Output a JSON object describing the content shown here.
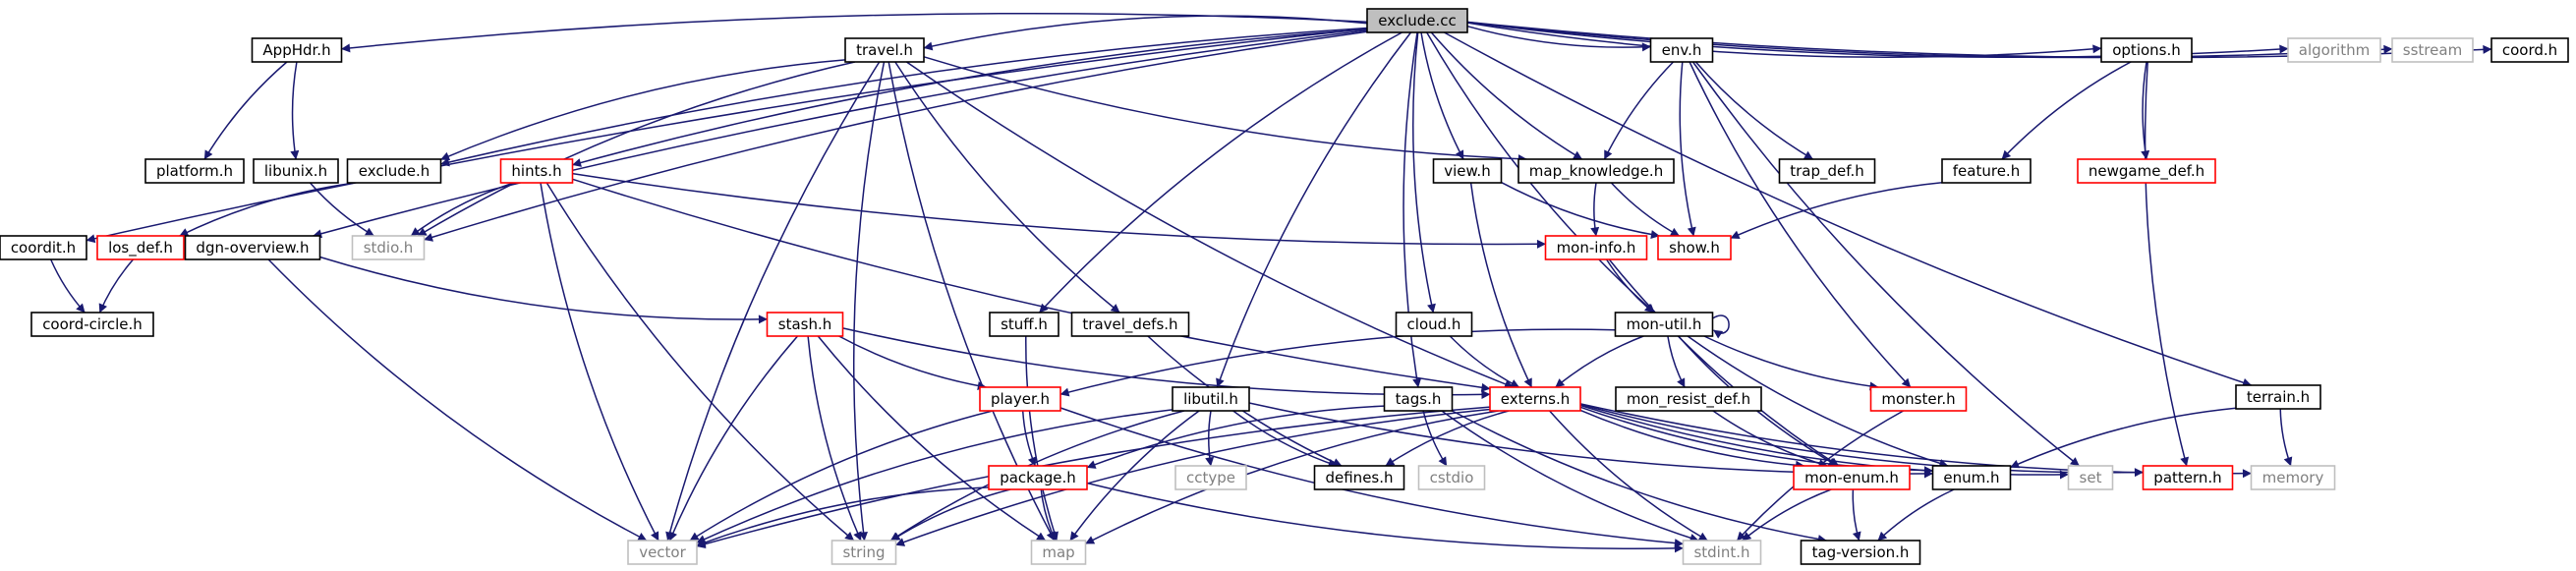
{
  "diagram": {
    "colors": {
      "edge": "#191970",
      "normal_border": "#000000",
      "incomplete_border": "#ff0000",
      "system_border": "#bfbfbf",
      "root_fill": "#bfbfbf",
      "text": "#000000",
      "system_text": "#808080"
    },
    "nodes": [
      {
        "id": "exclude_cc",
        "label": "exclude.cc",
        "style": "root"
      },
      {
        "id": "apphdr_h",
        "label": "AppHdr.h",
        "style": "normal"
      },
      {
        "id": "travel_h",
        "label": "travel.h",
        "style": "normal"
      },
      {
        "id": "env_h",
        "label": "env.h",
        "style": "normal"
      },
      {
        "id": "options_h",
        "label": "options.h",
        "style": "normal"
      },
      {
        "id": "algorithm",
        "label": "algorithm",
        "style": "system"
      },
      {
        "id": "sstream",
        "label": "sstream",
        "style": "system"
      },
      {
        "id": "coord_h",
        "label": "coord.h",
        "style": "normal"
      },
      {
        "id": "platform_h",
        "label": "platform.h",
        "style": "normal"
      },
      {
        "id": "libunix_h",
        "label": "libunix.h",
        "style": "normal"
      },
      {
        "id": "exclude_h",
        "label": "exclude.h",
        "style": "normal"
      },
      {
        "id": "hints_h",
        "label": "hints.h",
        "style": "incomplete"
      },
      {
        "id": "view_h",
        "label": "view.h",
        "style": "normal"
      },
      {
        "id": "map_knowledge_h",
        "label": "map_knowledge.h",
        "style": "normal"
      },
      {
        "id": "trap_def_h",
        "label": "trap_def.h",
        "style": "normal"
      },
      {
        "id": "feature_h",
        "label": "feature.h",
        "style": "normal"
      },
      {
        "id": "newgame_def_h",
        "label": "newgame_def.h",
        "style": "incomplete"
      },
      {
        "id": "coordit_h",
        "label": "coordit.h",
        "style": "normal"
      },
      {
        "id": "los_def_h",
        "label": "los_def.h",
        "style": "incomplete"
      },
      {
        "id": "stdio_h",
        "label": "stdio.h",
        "style": "system"
      },
      {
        "id": "dgn_overview_h",
        "label": "dgn-overview.h",
        "style": "normal"
      },
      {
        "id": "mon_info_h",
        "label": "mon-info.h",
        "style": "incomplete"
      },
      {
        "id": "show_h",
        "label": "show.h",
        "style": "incomplete"
      },
      {
        "id": "coord_circle_h",
        "label": "coord-circle.h",
        "style": "normal"
      },
      {
        "id": "stuff_h",
        "label": "stuff.h",
        "style": "normal"
      },
      {
        "id": "travel_defs_h",
        "label": "travel_defs.h",
        "style": "normal"
      },
      {
        "id": "cloud_h",
        "label": "cloud.h",
        "style": "normal"
      },
      {
        "id": "mon_util_h",
        "label": "mon-util.h",
        "style": "normal"
      },
      {
        "id": "stash_h",
        "label": "stash.h",
        "style": "incomplete"
      },
      {
        "id": "terrain_h",
        "label": "terrain.h",
        "style": "normal"
      },
      {
        "id": "player_h",
        "label": "player.h",
        "style": "incomplete"
      },
      {
        "id": "libutil_h",
        "label": "libutil.h",
        "style": "normal"
      },
      {
        "id": "tags_h",
        "label": "tags.h",
        "style": "normal"
      },
      {
        "id": "externs_h",
        "label": "externs.h",
        "style": "incomplete"
      },
      {
        "id": "mon_resist_def_h",
        "label": "mon_resist_def.h",
        "style": "normal"
      },
      {
        "id": "monster_h",
        "label": "monster.h",
        "style": "incomplete"
      },
      {
        "id": "package_h",
        "label": "package.h",
        "style": "incomplete"
      },
      {
        "id": "cctype",
        "label": "cctype",
        "style": "system"
      },
      {
        "id": "defines_h",
        "label": "defines.h",
        "style": "normal"
      },
      {
        "id": "cstdio",
        "label": "cstdio",
        "style": "system"
      },
      {
        "id": "mon_enum_h",
        "label": "mon-enum.h",
        "style": "incomplete"
      },
      {
        "id": "enum_h",
        "label": "enum.h",
        "style": "normal"
      },
      {
        "id": "set",
        "label": "set",
        "style": "system"
      },
      {
        "id": "pattern_h",
        "label": "pattern.h",
        "style": "incomplete"
      },
      {
        "id": "memory",
        "label": "memory",
        "style": "system"
      },
      {
        "id": "vector",
        "label": "vector",
        "style": "system"
      },
      {
        "id": "string",
        "label": "string",
        "style": "system"
      },
      {
        "id": "map",
        "label": "map",
        "style": "system"
      },
      {
        "id": "stdint_h",
        "label": "stdint.h",
        "style": "system"
      },
      {
        "id": "tag_version_h",
        "label": "tag-version.h",
        "style": "normal"
      }
    ],
    "edges": [
      [
        "exclude_cc",
        "apphdr_h"
      ],
      [
        "exclude_cc",
        "travel_h"
      ],
      [
        "exclude_cc",
        "env_h"
      ],
      [
        "exclude_cc",
        "options_h"
      ],
      [
        "exclude_cc",
        "algorithm"
      ],
      [
        "exclude_cc",
        "sstream"
      ],
      [
        "exclude_cc",
        "coord_h"
      ],
      [
        "exclude_cc",
        "exclude_h"
      ],
      [
        "exclude_cc",
        "hints_h"
      ],
      [
        "exclude_cc",
        "view_h"
      ],
      [
        "exclude_cc",
        "map_knowledge_h"
      ],
      [
        "exclude_cc",
        "coordit_h"
      ],
      [
        "exclude_cc",
        "dgn_overview_h"
      ],
      [
        "exclude_cc",
        "stuff_h"
      ],
      [
        "exclude_cc",
        "cloud_h"
      ],
      [
        "exclude_cc",
        "mon_util_h"
      ],
      [
        "exclude_cc",
        "terrain_h"
      ],
      [
        "exclude_cc",
        "libutil_h"
      ],
      [
        "exclude_cc",
        "tags_h"
      ],
      [
        "exclude_cc",
        "stdio_h"
      ],
      [
        "apphdr_h",
        "platform_h"
      ],
      [
        "apphdr_h",
        "libunix_h"
      ],
      [
        "libunix_h",
        "stdio_h"
      ],
      [
        "travel_h",
        "exclude_h"
      ],
      [
        "travel_h",
        "map_knowledge_h"
      ],
      [
        "travel_h",
        "travel_defs_h"
      ],
      [
        "travel_h",
        "externs_h"
      ],
      [
        "travel_h",
        "vector"
      ],
      [
        "travel_h",
        "string"
      ],
      [
        "travel_h",
        "map"
      ],
      [
        "travel_h",
        "stdio_h"
      ],
      [
        "env_h",
        "map_knowledge_h"
      ],
      [
        "env_h",
        "trap_def_h"
      ],
      [
        "env_h",
        "show_h"
      ],
      [
        "env_h",
        "monster_h"
      ],
      [
        "env_h",
        "set"
      ],
      [
        "options_h",
        "feature_h"
      ],
      [
        "options_h",
        "newgame_def_h"
      ],
      [
        "options_h",
        "pattern_h"
      ],
      [
        "feature_h",
        "show_h"
      ],
      [
        "exclude_h",
        "los_def_h"
      ],
      [
        "los_def_h",
        "coord_circle_h"
      ],
      [
        "coordit_h",
        "coord_circle_h"
      ],
      [
        "hints_h",
        "stdio_h"
      ],
      [
        "hints_h",
        "mon_info_h"
      ],
      [
        "hints_h",
        "externs_h"
      ],
      [
        "hints_h",
        "vector"
      ],
      [
        "hints_h",
        "string"
      ],
      [
        "view_h",
        "show_h"
      ],
      [
        "view_h",
        "externs_h"
      ],
      [
        "map_knowledge_h",
        "show_h"
      ],
      [
        "map_knowledge_h",
        "mon_info_h"
      ],
      [
        "mon_info_h",
        "mon_util_h"
      ],
      [
        "mon_info_h",
        "mon_enum_h"
      ],
      [
        "dgn_overview_h",
        "stash_h"
      ],
      [
        "dgn_overview_h",
        "vector"
      ],
      [
        "stuff_h",
        "map"
      ],
      [
        "travel_defs_h",
        "defines_h"
      ],
      [
        "cloud_h",
        "externs_h"
      ],
      [
        "mon_util_h",
        "mon_util_h"
      ],
      [
        "mon_util_h",
        "externs_h"
      ],
      [
        "mon_util_h",
        "mon_resist_def_h"
      ],
      [
        "mon_util_h",
        "monster_h"
      ],
      [
        "mon_util_h",
        "enum_h"
      ],
      [
        "mon_util_h",
        "mon_enum_h"
      ],
      [
        "mon_util_h",
        "player_h"
      ],
      [
        "stash_h",
        "player_h"
      ],
      [
        "stash_h",
        "externs_h"
      ],
      [
        "stash_h",
        "vector"
      ],
      [
        "stash_h",
        "string"
      ],
      [
        "stash_h",
        "map"
      ],
      [
        "terrain_h",
        "enum_h"
      ],
      [
        "terrain_h",
        "memory"
      ],
      [
        "player_h",
        "package_h"
      ],
      [
        "player_h",
        "vector"
      ],
      [
        "player_h",
        "stdint_h"
      ],
      [
        "libutil_h",
        "cctype"
      ],
      [
        "libutil_h",
        "defines_h"
      ],
      [
        "libutil_h",
        "enum_h"
      ],
      [
        "libutil_h",
        "vector"
      ],
      [
        "libutil_h",
        "string"
      ],
      [
        "libutil_h",
        "map"
      ],
      [
        "tags_h",
        "cstdio"
      ],
      [
        "tags_h",
        "package_h"
      ],
      [
        "tags_h",
        "stdint_h"
      ],
      [
        "tags_h",
        "tag_version_h"
      ],
      [
        "externs_h",
        "defines_h"
      ],
      [
        "externs_h",
        "mon_enum_h"
      ],
      [
        "externs_h",
        "enum_h"
      ],
      [
        "externs_h",
        "set"
      ],
      [
        "externs_h",
        "pattern_h"
      ],
      [
        "externs_h",
        "memory"
      ],
      [
        "externs_h",
        "vector"
      ],
      [
        "externs_h",
        "string"
      ],
      [
        "externs_h",
        "map"
      ],
      [
        "externs_h",
        "stdint_h"
      ],
      [
        "mon_resist_def_h",
        "mon_enum_h"
      ],
      [
        "monster_h",
        "stdint_h"
      ],
      [
        "package_h",
        "vector"
      ],
      [
        "package_h",
        "string"
      ],
      [
        "package_h",
        "map"
      ],
      [
        "package_h",
        "stdint_h"
      ],
      [
        "mon_enum_h",
        "stdint_h"
      ],
      [
        "mon_enum_h",
        "tag_version_h"
      ],
      [
        "enum_h",
        "tag_version_h"
      ]
    ]
  }
}
